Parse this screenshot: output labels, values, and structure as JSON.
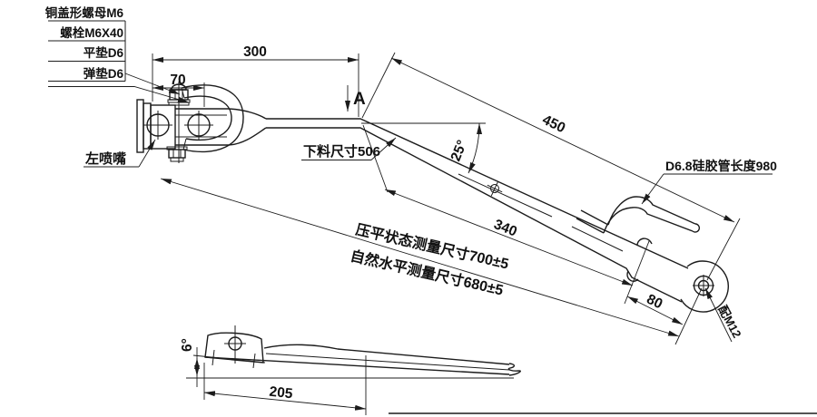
{
  "drawing": {
    "parts_list": [
      "铜盖形螺母M6",
      "螺栓M6X40",
      "平垫D6",
      "弹垫D6"
    ],
    "callouts": {
      "left_nozzle": "左喷嘴",
      "blank_size": "下料尺寸506",
      "tube": "D6.8硅胶管长度980",
      "flat_state": "压平状态测量尺寸700±5",
      "natural_state": "自然水平测量尺寸680±5",
      "fit_m12": "配M12",
      "section_label": "A"
    },
    "dims": {
      "len300": "300",
      "len70": "70",
      "len450": "450",
      "len340": "340",
      "len80": "80",
      "len205": "205",
      "ang25": "25°",
      "ang6": "6°"
    },
    "colors": {
      "line": "#1c1c1c",
      "bg": "#ffffff"
    }
  }
}
